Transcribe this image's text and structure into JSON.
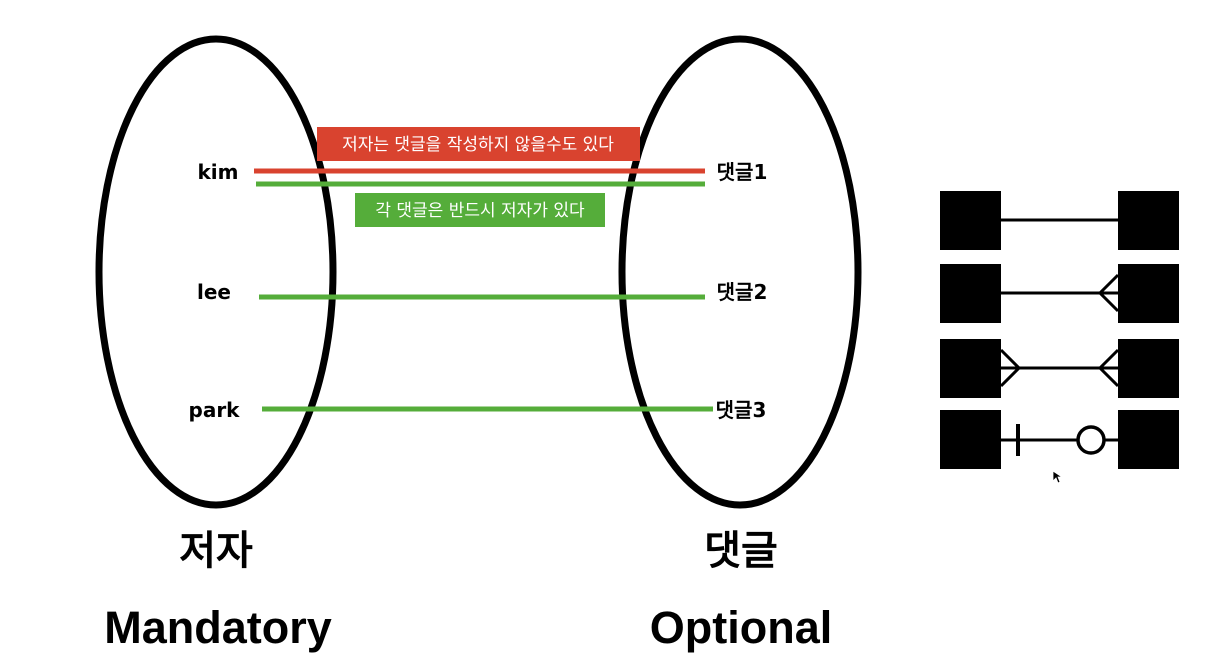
{
  "sets": {
    "author": {
      "name": "저자",
      "participation": "Mandatory",
      "members": [
        "kim",
        "lee",
        "park"
      ]
    },
    "comment": {
      "name": "댓글",
      "participation": "Optional",
      "members": [
        "댓글1",
        "댓글2",
        "댓글3"
      ]
    }
  },
  "callouts": {
    "optional_note": "저자는 댓글을 작성하지 않을수도 있다",
    "mandatory_note": "각 댓글은 반드시 저자가 있다"
  },
  "colors": {
    "optional": "#d9432f",
    "mandatory": "#55ad3a",
    "ink": "#000000"
  },
  "legend": {
    "symbols": [
      "one-to-one",
      "one-to-many",
      "many-to-many",
      "one-to-zero-or-one"
    ]
  }
}
